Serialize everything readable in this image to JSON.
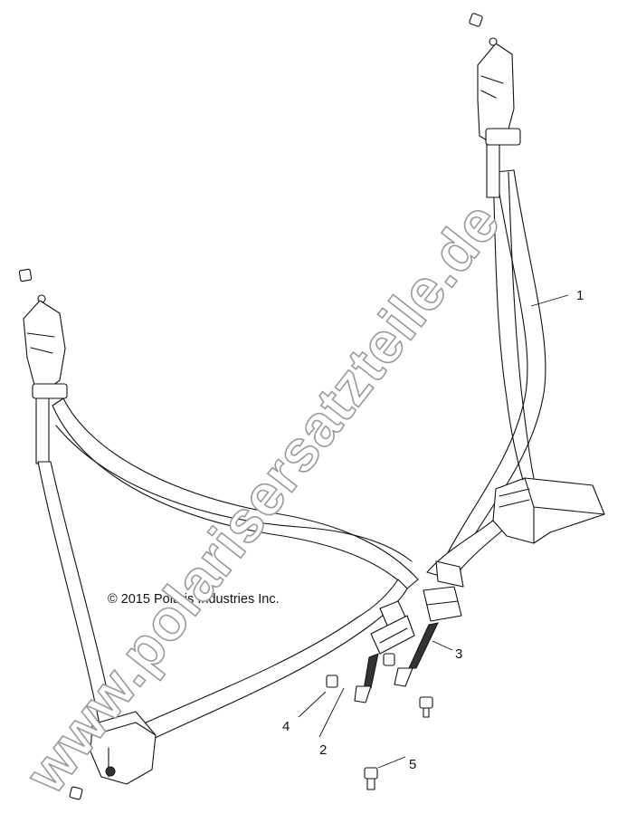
{
  "diagram": {
    "copyright": "© 2015 Polaris Industries Inc.",
    "watermark": "www.polarisersatzteile.de",
    "callouts": [
      {
        "id": "callout-1",
        "label": "1"
      },
      {
        "id": "callout-2",
        "label": "2"
      },
      {
        "id": "callout-3",
        "label": "3"
      },
      {
        "id": "callout-4",
        "label": "4"
      },
      {
        "id": "callout-5",
        "label": "5"
      }
    ]
  }
}
